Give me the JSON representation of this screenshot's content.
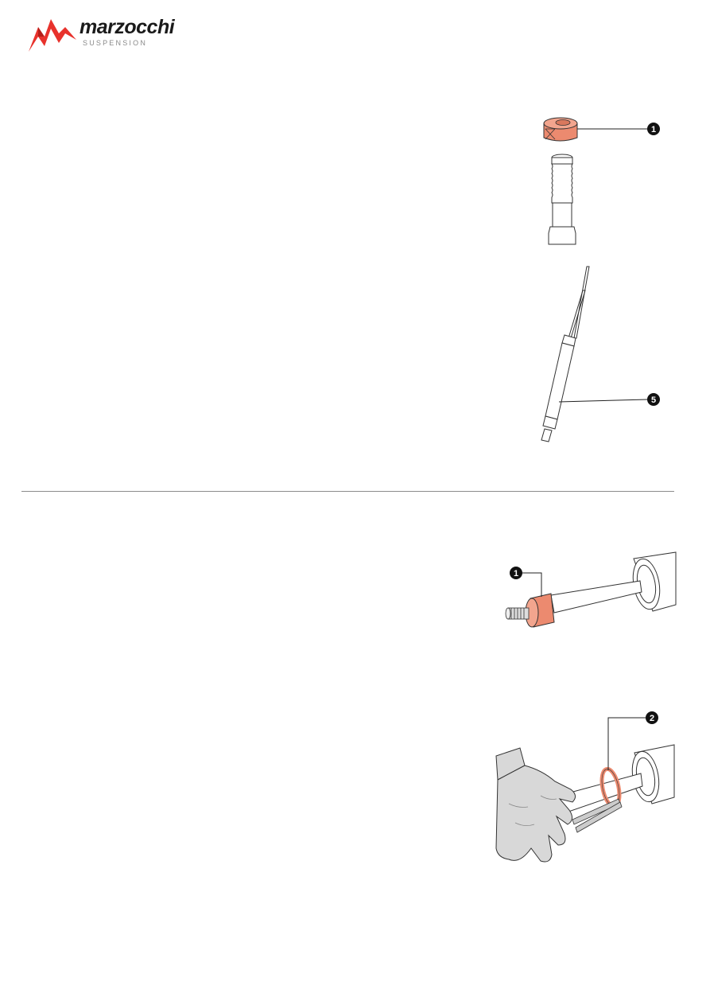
{
  "brand": {
    "name": "marzocchi",
    "tagline": "SUSPENSION",
    "accent_color": "#e8322c"
  },
  "colors": {
    "part_highlight": "#ec8a6f",
    "line": "#222222",
    "callout_bg": "#111111"
  },
  "figures": {
    "parts": {
      "callout_top": "1",
      "callout_rod": "5"
    },
    "nut_install": {
      "callout": "1"
    },
    "ring_install": {
      "callout": "2"
    }
  }
}
